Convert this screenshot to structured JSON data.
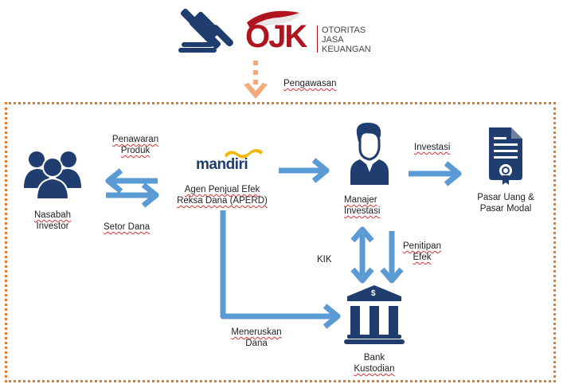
{
  "colors": {
    "arrow": "#5b9bd5",
    "icon": "#1f3d6e",
    "border": "#e07b2e",
    "ojk_red": "#b0151d"
  },
  "header": {
    "regulator_logo": {
      "mark": "OJK",
      "lines": [
        "OTORITAS",
        "JASA",
        "KEUANGAN"
      ]
    },
    "supervision_label": "Pengawasan"
  },
  "nodes": {
    "investor": {
      "icon": "users-group-icon",
      "label1": "Nasabah",
      "label2": "Investor"
    },
    "aperd": {
      "logo_text": "mandiri",
      "label1": "Agen Penjual Efek",
      "label2": "Reksa Dana (APERD)"
    },
    "manager": {
      "icon": "businessman-icon",
      "label1": "Manajer",
      "label2": "Investasi"
    },
    "market": {
      "icon": "certificate-document-icon",
      "label1": "Pasar Uang &",
      "label2": "Pasar Modal"
    },
    "custodian": {
      "icon": "bank-building-icon",
      "symbol": "$",
      "label1": "Bank",
      "label2": "Kustodian"
    }
  },
  "edges": {
    "offer": {
      "label1": "Penawaran",
      "label2": "Produk"
    },
    "deposit": {
      "label": "Setor Dana"
    },
    "invest": {
      "label": "Investasi"
    },
    "kik": {
      "label": "KIK"
    },
    "custody": {
      "label1": "Penitipan",
      "label2": "Efek"
    },
    "forward": {
      "label1": "Meneruskan",
      "label2": "Dana"
    }
  }
}
